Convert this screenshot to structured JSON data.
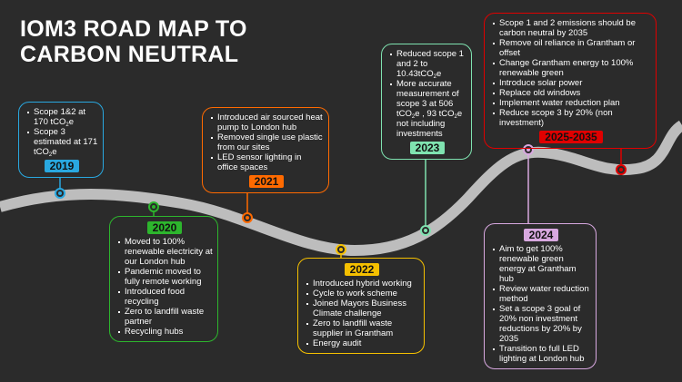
{
  "title": {
    "line1": "IOM3 ROAD MAP TO",
    "line2": "CARBON NEUTRAL"
  },
  "colors": {
    "background": "#2b2b2b",
    "road": "#bdbdbd",
    "y2019": "#29a8e0",
    "y2020": "#2db52d",
    "y2021": "#ff6a00",
    "y2022": "#f5c000",
    "y2023": "#7fe3b0",
    "y2024": "#d8a8e0",
    "y2025": "#e00000"
  },
  "milestones": [
    {
      "year": "2019",
      "items": [
        "Scope 1&2 at 170 tCO2e",
        "Scope 3 estimated at 171 tCO2e"
      ]
    },
    {
      "year": "2020",
      "items": [
        "Moved to 100% renewable electricity at our London hub",
        "Pandemic moved to fully remote working",
        "Introduced food recycling",
        "Zero to landfill waste partner",
        "Recycling hubs"
      ]
    },
    {
      "year": "2021",
      "items": [
        "Introduced air sourced heat pump to London hub",
        "Removed single use plastic from our sites",
        "LED sensor lighting in office spaces"
      ]
    },
    {
      "year": "2022",
      "items": [
        "Introduced hybrid working",
        "Cycle to work scheme",
        "Joined Mayors Business Climate challenge",
        "Zero to landfill waste supplier in Grantham",
        "Energy audit"
      ]
    },
    {
      "year": "2023",
      "items": [
        "Reduced scope 1 and 2 to 10.43tCO2e",
        "More accurate measurement of scope 3 at 506 tCO2e , 93 tCO2e not including investments"
      ]
    },
    {
      "year": "2024",
      "items": [
        "Aim to get 100% renewable green energy at Grantham hub",
        "Review water reduction method",
        "Set a scope 3 goal of 20% non investment reductions by 20% by 2035",
        "Transition to full LED lighting at London hub"
      ]
    },
    {
      "year": "2025-2035",
      "items": [
        "Scope 1 and 2 emissions should be carbon neutral by 2035",
        "Remove oil reliance in Grantham or offset",
        "Change Grantham energy to 100% renewable green",
        "Introduce solar power",
        "Replace old windows",
        "Implement water reduction plan",
        "Reduce scope 3 by 20% (non investment)"
      ]
    }
  ]
}
